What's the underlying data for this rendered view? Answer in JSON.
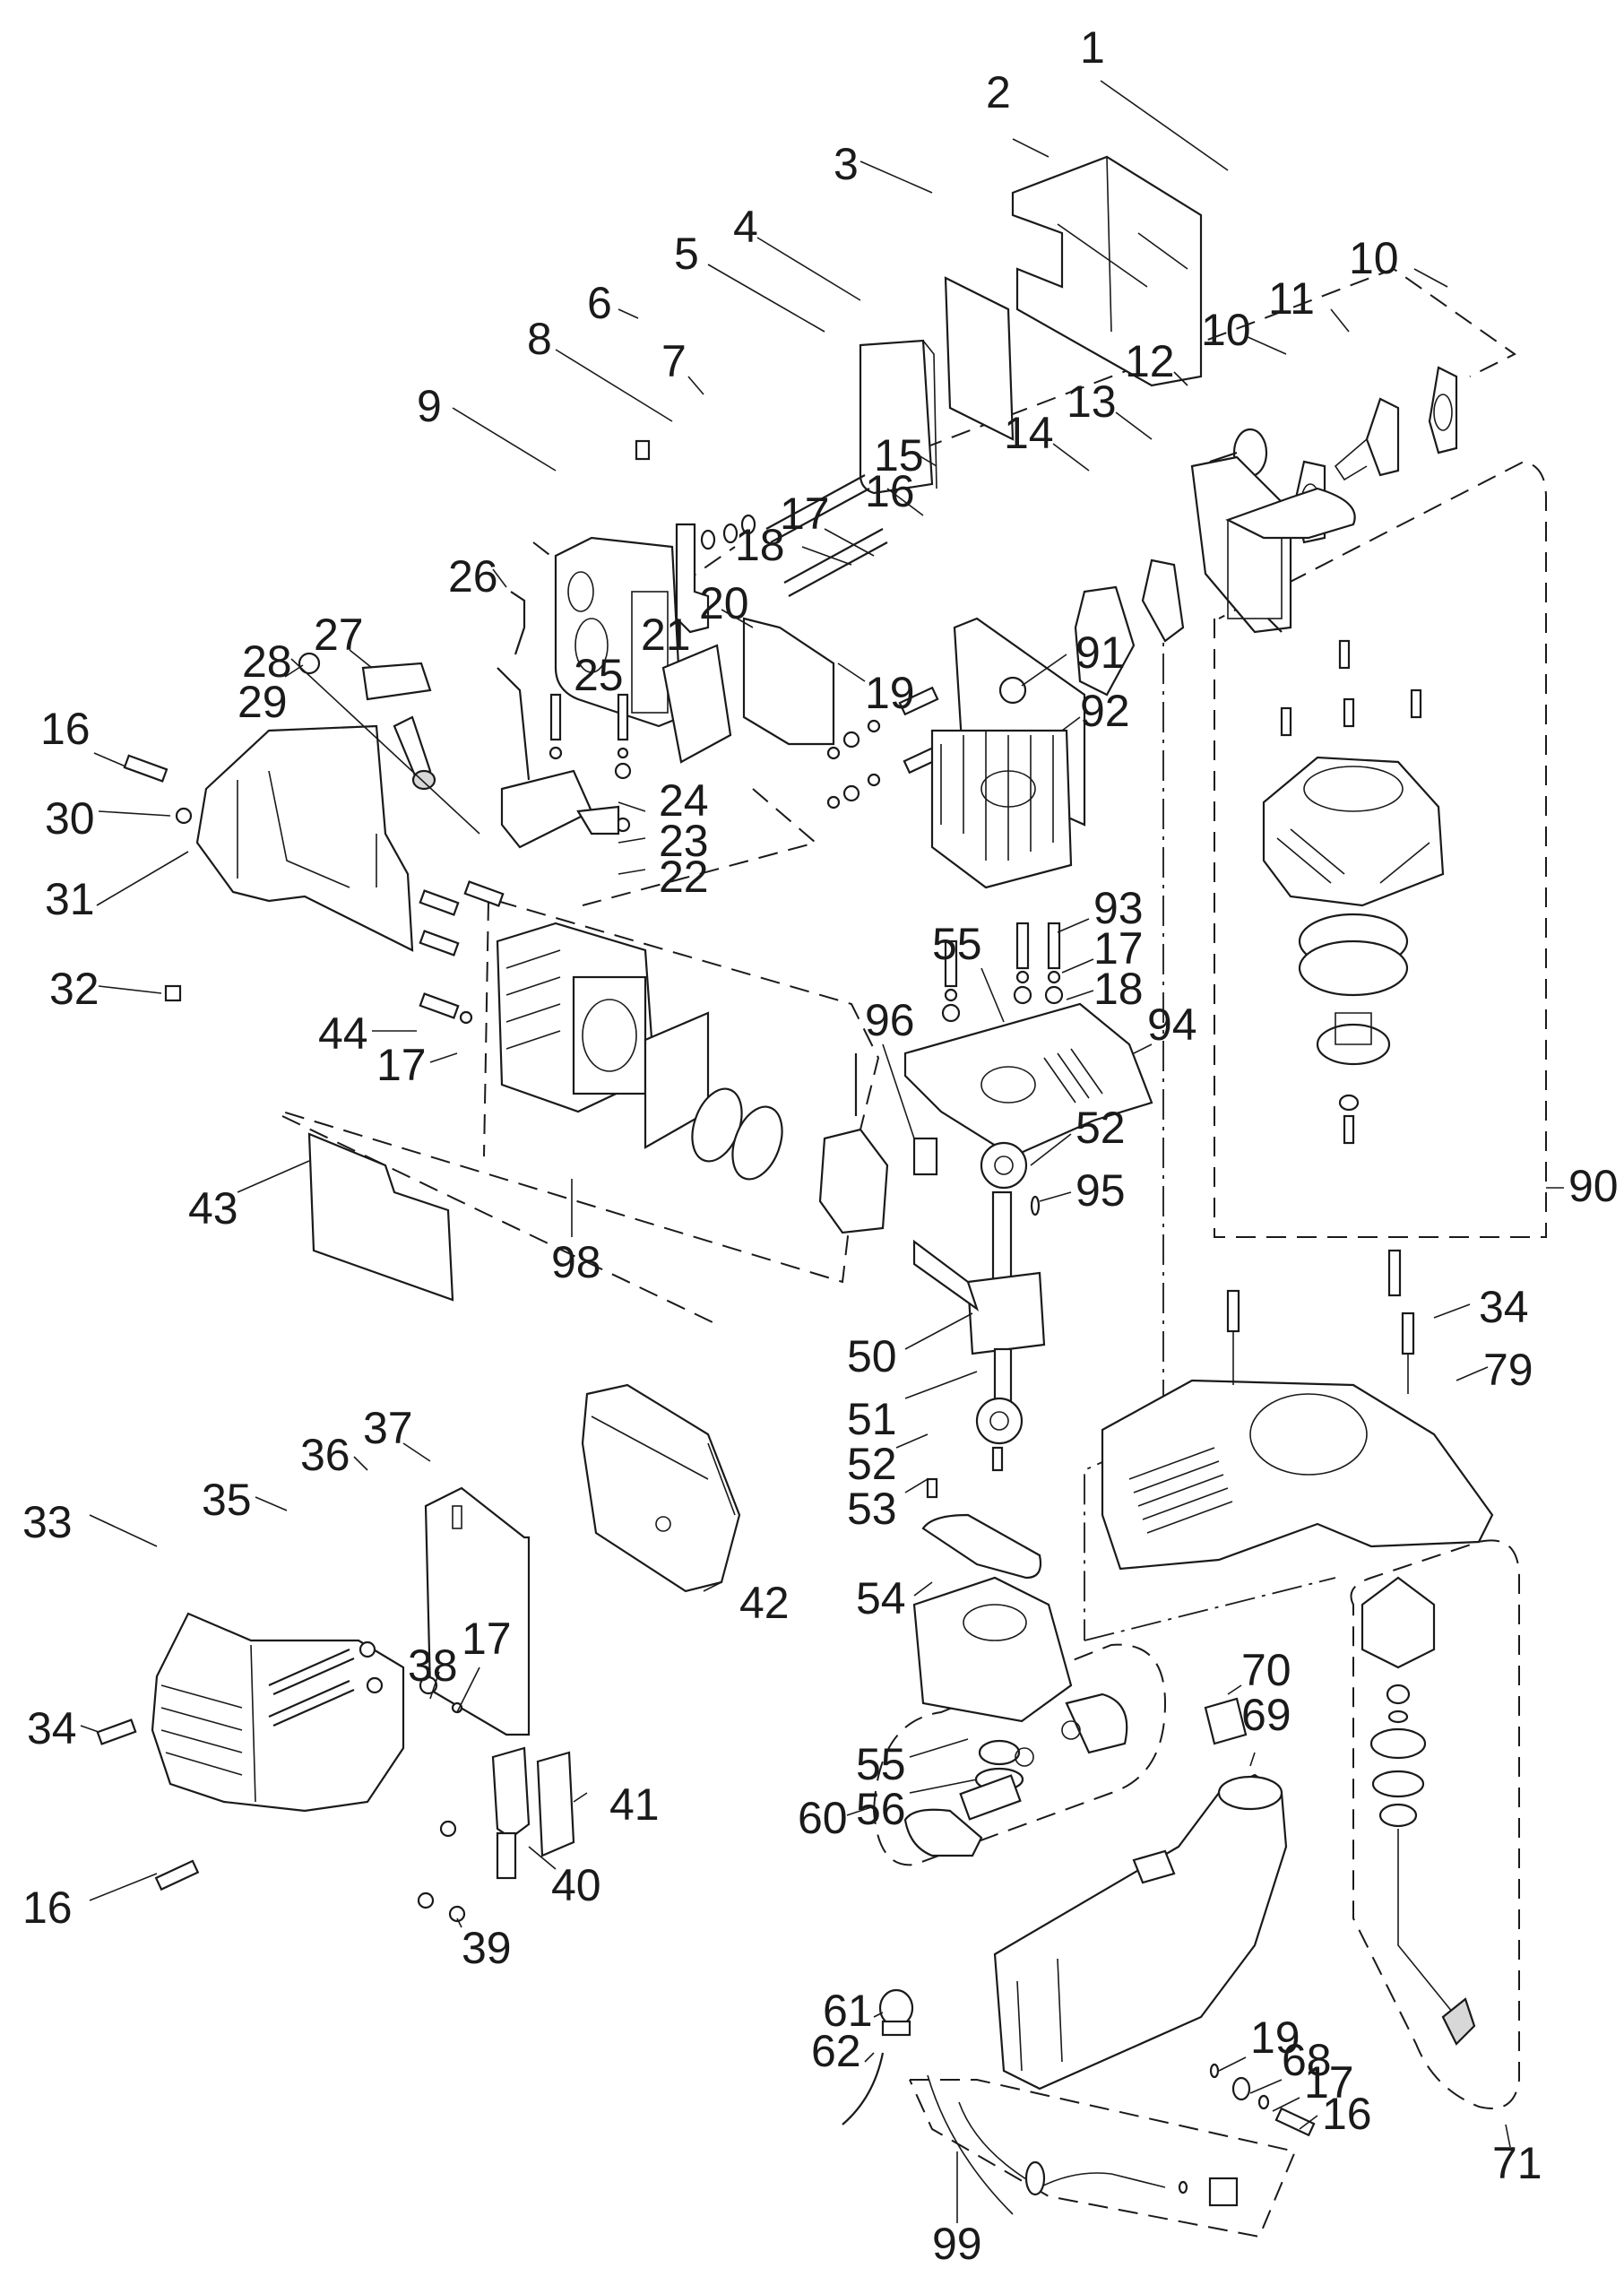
{
  "title": "Engine exploded parts diagram",
  "callouts": [
    {
      "id": "c1",
      "label": "1"
    },
    {
      "id": "c2",
      "label": "2"
    },
    {
      "id": "c3",
      "label": "3"
    },
    {
      "id": "c4",
      "label": "4"
    },
    {
      "id": "c5",
      "label": "5"
    },
    {
      "id": "c6",
      "label": "6"
    },
    {
      "id": "c7",
      "label": "7"
    },
    {
      "id": "c8",
      "label": "8"
    },
    {
      "id": "c9",
      "label": "9"
    },
    {
      "id": "c10a",
      "label": "10"
    },
    {
      "id": "c10b",
      "label": "10"
    },
    {
      "id": "c11",
      "label": "11"
    },
    {
      "id": "c12",
      "label": "12"
    },
    {
      "id": "c13",
      "label": "13"
    },
    {
      "id": "c14",
      "label": "14"
    },
    {
      "id": "c15",
      "label": "15"
    },
    {
      "id": "c16a",
      "label": "16"
    },
    {
      "id": "c17a",
      "label": "17"
    },
    {
      "id": "c18a",
      "label": "18"
    },
    {
      "id": "c19a",
      "label": "19"
    },
    {
      "id": "c20",
      "label": "20"
    },
    {
      "id": "c21",
      "label": "21"
    },
    {
      "id": "c22",
      "label": "22"
    },
    {
      "id": "c23",
      "label": "23"
    },
    {
      "id": "c24",
      "label": "24"
    },
    {
      "id": "c25",
      "label": "25"
    },
    {
      "id": "c26",
      "label": "26"
    },
    {
      "id": "c27",
      "label": "27"
    },
    {
      "id": "c28",
      "label": "28"
    },
    {
      "id": "c29",
      "label": "29"
    },
    {
      "id": "c16b",
      "label": "16"
    },
    {
      "id": "c30",
      "label": "30"
    },
    {
      "id": "c31",
      "label": "31"
    },
    {
      "id": "c32",
      "label": "32"
    },
    {
      "id": "c44",
      "label": "44"
    },
    {
      "id": "c17b",
      "label": "17"
    },
    {
      "id": "c43",
      "label": "43"
    },
    {
      "id": "c98",
      "label": "98"
    },
    {
      "id": "c91",
      "label": "91"
    },
    {
      "id": "c92",
      "label": "92"
    },
    {
      "id": "c93",
      "label": "93"
    },
    {
      "id": "c17c",
      "label": "17"
    },
    {
      "id": "c18b",
      "label": "18"
    },
    {
      "id": "c55a",
      "label": "55"
    },
    {
      "id": "c96",
      "label": "96"
    },
    {
      "id": "c94",
      "label": "94"
    },
    {
      "id": "c52a",
      "label": "52"
    },
    {
      "id": "c95",
      "label": "95"
    },
    {
      "id": "c90",
      "label": "90"
    },
    {
      "id": "c50",
      "label": "50"
    },
    {
      "id": "c51",
      "label": "51"
    },
    {
      "id": "c52b",
      "label": "52"
    },
    {
      "id": "c53",
      "label": "53"
    },
    {
      "id": "c54",
      "label": "54"
    },
    {
      "id": "c34a",
      "label": "34"
    },
    {
      "id": "c79",
      "label": "79"
    },
    {
      "id": "c37",
      "label": "37"
    },
    {
      "id": "c36",
      "label": "36"
    },
    {
      "id": "c35",
      "label": "35"
    },
    {
      "id": "c33",
      "label": "33"
    },
    {
      "id": "c34b",
      "label": "34"
    },
    {
      "id": "c42",
      "label": "42"
    },
    {
      "id": "c38",
      "label": "38"
    },
    {
      "id": "c17d",
      "label": "17"
    },
    {
      "id": "c41",
      "label": "41"
    },
    {
      "id": "c40",
      "label": "40"
    },
    {
      "id": "c39",
      "label": "39"
    },
    {
      "id": "c16c",
      "label": "16"
    },
    {
      "id": "c55b",
      "label": "55"
    },
    {
      "id": "c56",
      "label": "56"
    },
    {
      "id": "c60",
      "label": "60"
    },
    {
      "id": "c70",
      "label": "70"
    },
    {
      "id": "c69",
      "label": "69"
    },
    {
      "id": "c61",
      "label": "61"
    },
    {
      "id": "c62",
      "label": "62"
    },
    {
      "id": "c19b",
      "label": "19"
    },
    {
      "id": "c68",
      "label": "68"
    },
    {
      "id": "c17e",
      "label": "17"
    },
    {
      "id": "c16d",
      "label": "16"
    },
    {
      "id": "c71",
      "label": "71"
    },
    {
      "id": "c99",
      "label": "99"
    }
  ]
}
